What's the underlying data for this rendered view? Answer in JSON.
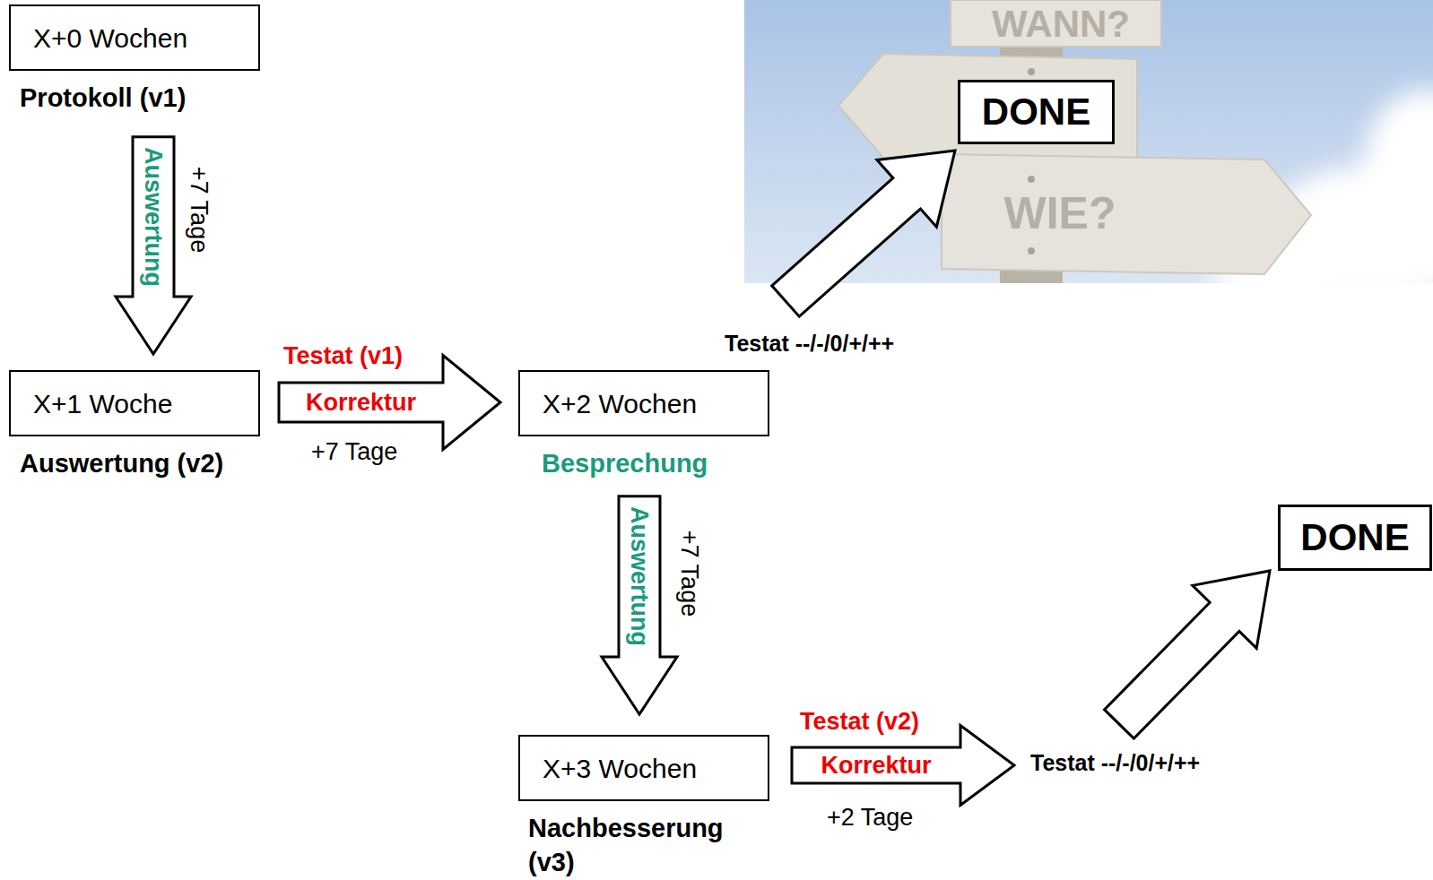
{
  "diagram": {
    "nodes": [
      {
        "text": [
          "X+0 Wochen",
          "Protokoll (v1)"
        ]
      },
      {
        "text": [
          "X+1 Woche",
          "Auswertung (v2)"
        ]
      },
      {
        "text": [
          "X+2 Wochen",
          "Besprechung"
        ]
      },
      {
        "text": [
          "X+3 Wochen",
          "Nachbesserung (v3)"
        ]
      },
      {
        "text": [
          "DONE"
        ]
      },
      {
        "text": [
          "DONE"
        ]
      }
    ],
    "edges": [
      {
        "from": 0,
        "to": 1,
        "arrow": "to",
        "label": "Auswertung"
      },
      {
        "from": 1,
        "to": 2,
        "arrow": "to",
        "label": "Korrektur"
      },
      {
        "from": 2,
        "to": 4,
        "arrow": "to",
        "label": "Testat --/-/0/+/++"
      },
      {
        "from": 2,
        "to": 3,
        "arrow": "to",
        "label": "Auswertung"
      },
      {
        "from": 3,
        "to": 5,
        "arrow": "to",
        "label": "Korrektur"
      }
    ],
    "labels": [
      "+7 Tage",
      "Testat (v1)",
      "+7 Tage",
      "+7 Tage",
      "Testat (v2)",
      "+2 Tage",
      "Testat --/-/0/+/++",
      "WANN?",
      "WIE?"
    ]
  }
}
